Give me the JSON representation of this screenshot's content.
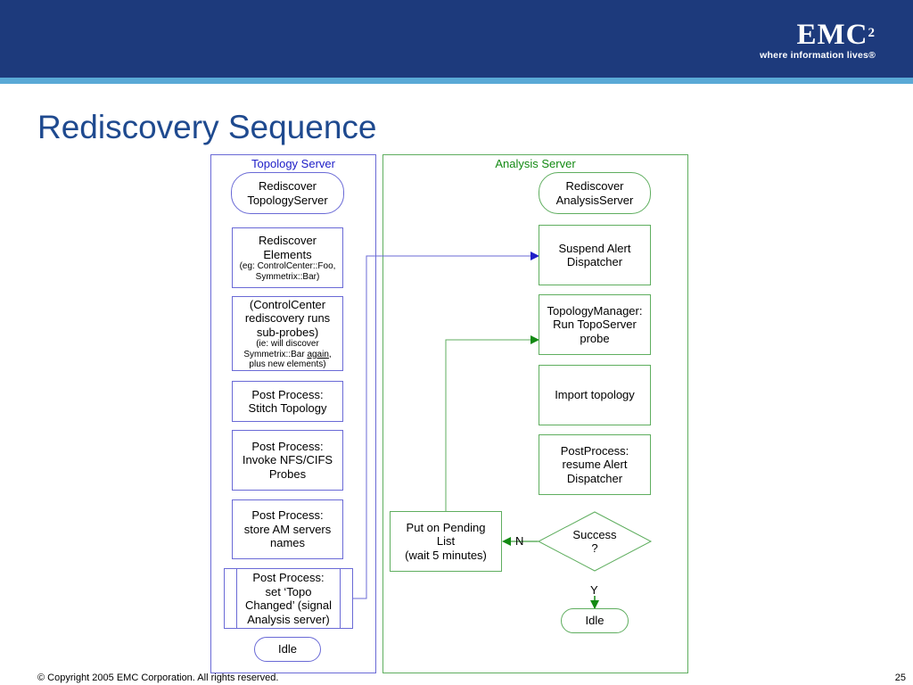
{
  "header": {
    "logo_word": "EMC",
    "logo_sup": "2",
    "logo_tagline": "where information lives",
    "logo_reg": "®"
  },
  "slide": {
    "title": "Rediscovery Sequence"
  },
  "lanes": {
    "topology": {
      "title": "Topology Server"
    },
    "analysis": {
      "title": "Analysis Server"
    }
  },
  "topology_nodes": {
    "start": [
      "Rediscover",
      "TopologyServer"
    ],
    "elements": {
      "lines": [
        "Rediscover",
        "Elements"
      ],
      "small": [
        "(eg: ControlCenter::Foo,",
        "Symmetrix::Bar)"
      ]
    },
    "cc": {
      "lines": [
        "(ControlCenter",
        "rediscovery runs",
        "sub-probes)"
      ],
      "small_1": "(ie: will discover",
      "small_2a": "Symmetrix::Bar ",
      "small_2b": "again",
      "small_2c": ",",
      "small_3": "plus new elements)"
    },
    "stitch": [
      "Post Process:",
      "Stitch Topology"
    ],
    "nfs": [
      "Post Process:",
      "Invoke NFS/CIFS",
      "Probes"
    ],
    "store": [
      "Post Process:",
      "store AM servers",
      "names"
    ],
    "set_topo": [
      "Post Process:",
      "set ‘Topo",
      "Changed’ (signal",
      "Analysis server)"
    ],
    "idle": "Idle"
  },
  "analysis_nodes": {
    "start": [
      "Rediscover",
      "AnalysisServer"
    ],
    "suspend": [
      "Suspend Alert",
      "Dispatcher"
    ],
    "run_probe": [
      "TopologyManager:",
      "Run TopoServer",
      "probe"
    ],
    "import": "Import topology",
    "resume": [
      "PostProcess:",
      "resume Alert",
      "Dispatcher"
    ],
    "success": [
      "Success",
      "?"
    ],
    "pending": [
      "Put on Pending",
      "List",
      "(wait 5 minutes)"
    ],
    "idle": "Idle",
    "label_n": "N",
    "label_y": "Y"
  },
  "footer": {
    "copyright": "© Copyright 2005 EMC Corporation. All rights reserved.",
    "page": "25"
  },
  "colors": {
    "header": "#1d3a7c",
    "stripe": "#5aa9d6",
    "title": "#1f4a8f",
    "blue_lane": "#6a6ad6",
    "green_lane": "#5fae5f"
  }
}
